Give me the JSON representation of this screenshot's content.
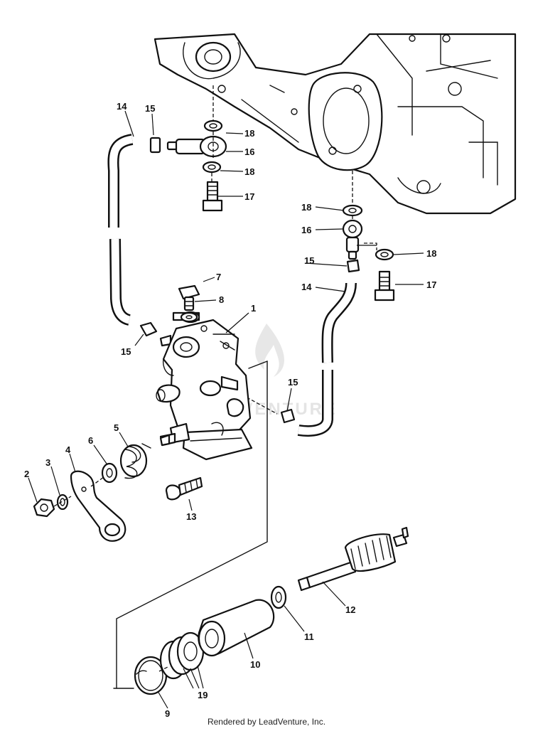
{
  "callouts": {
    "c1": "1",
    "c2": "2",
    "c3": "3",
    "c4": "4",
    "c5": "5",
    "c6": "6",
    "c7": "7",
    "c8": "8",
    "c9": "9",
    "c10": "10",
    "c11": "11",
    "c12": "12",
    "c13": "13",
    "c14a": "14",
    "c14b": "14",
    "c15a": "15",
    "c15b": "15",
    "c15c": "15",
    "c15d": "15",
    "c16a": "16",
    "c16b": "16",
    "c17a": "17",
    "c17b": "17",
    "c18a": "18",
    "c18b": "18",
    "c18c": "18",
    "c18d": "18",
    "c19": "19"
  },
  "watermark": {
    "text": "LEADVENTURE"
  },
  "footer": {
    "credit": "Rendered by LeadVenture, Inc."
  }
}
